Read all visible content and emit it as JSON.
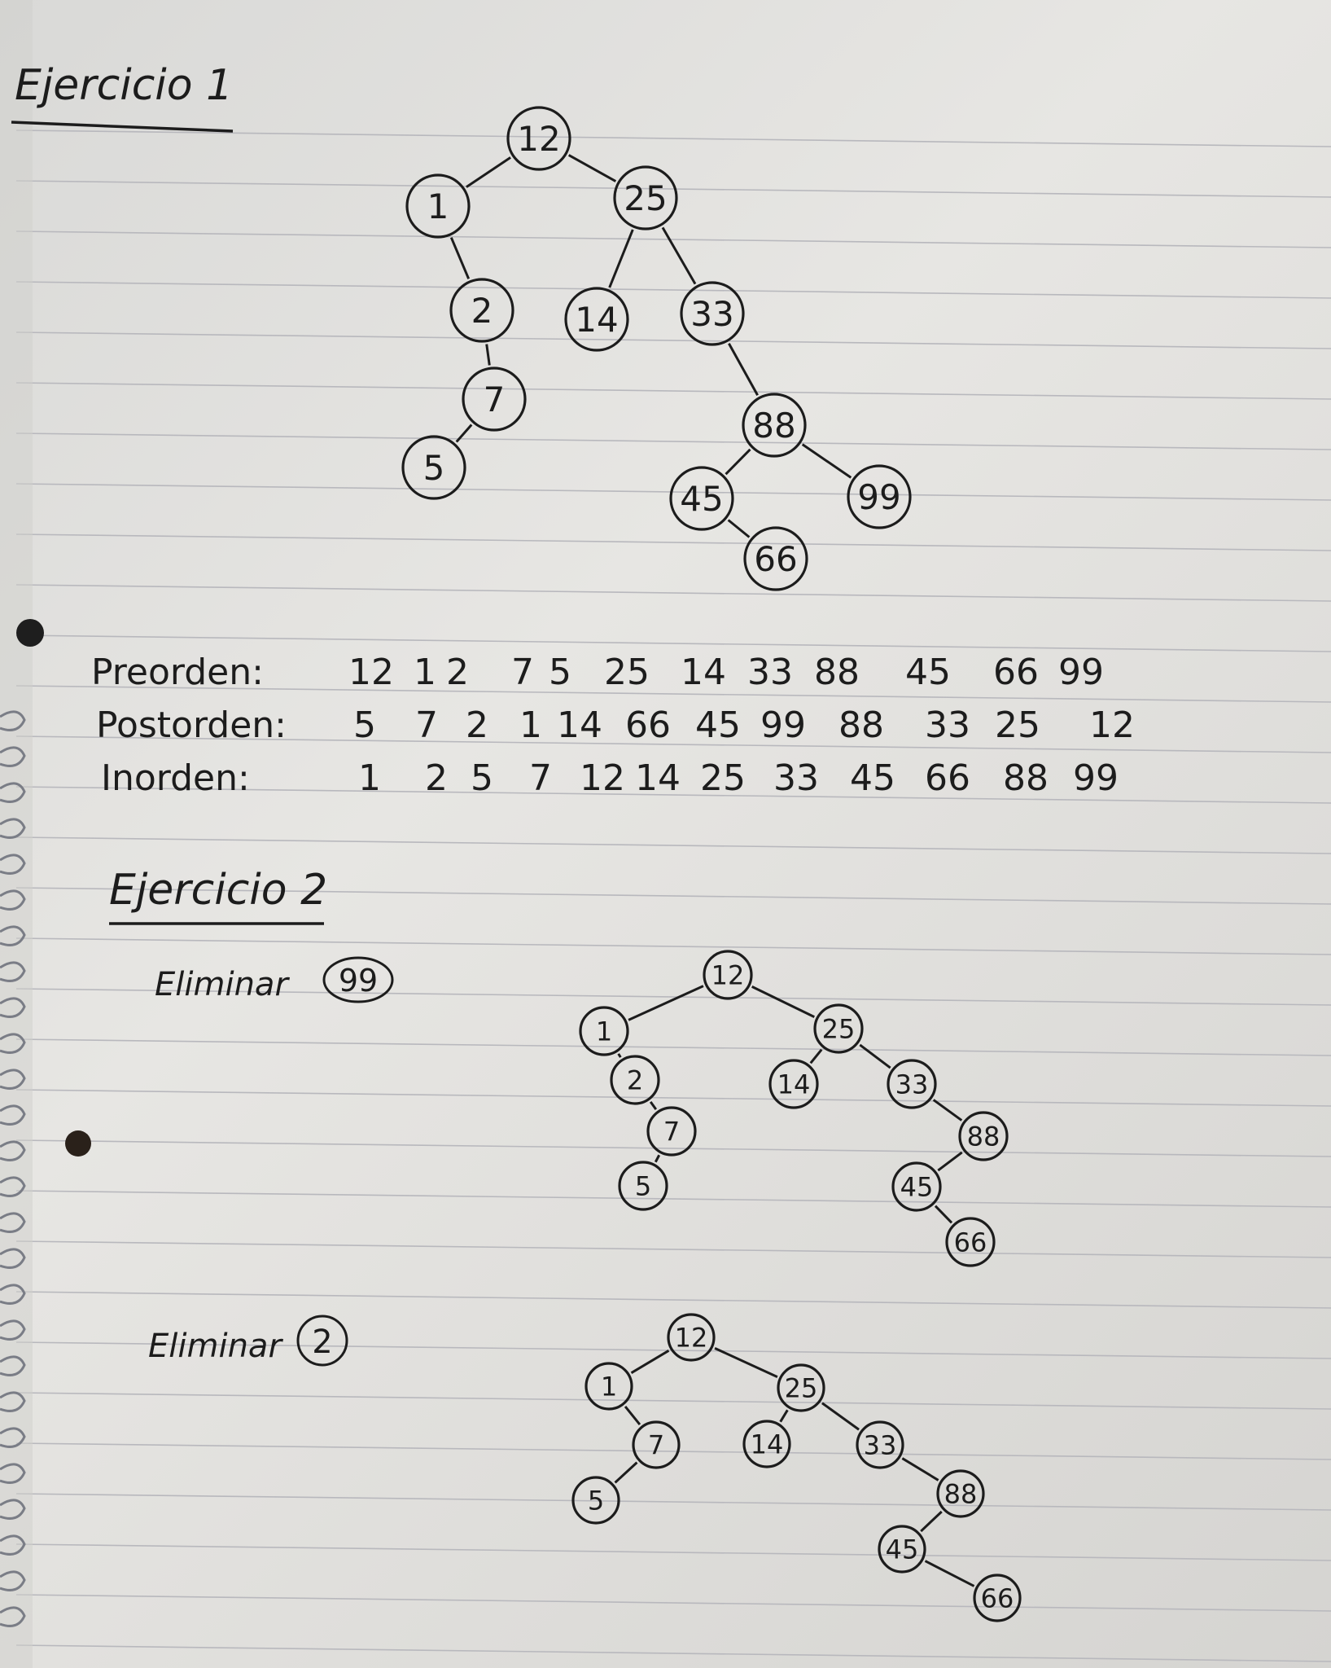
{
  "exercise1": {
    "heading": "Ejercicio 1",
    "tree_nodes": [
      "12",
      "1",
      "25",
      "2",
      "14",
      "33",
      "7",
      "88",
      "5",
      "45",
      "99",
      "66"
    ],
    "traversals": [
      {
        "label": "Preorden:",
        "values": [
          "12",
          "1",
          "2",
          "7",
          "5",
          "25",
          "14",
          "33",
          "88",
          "45",
          "66",
          "99"
        ]
      },
      {
        "label": "Postorden:",
        "values": [
          "5",
          "7",
          "2",
          "1",
          "14",
          "66",
          "45",
          "99",
          "88",
          "33",
          "25",
          "12"
        ]
      },
      {
        "label": "Inorden:",
        "values": [
          "1",
          "2",
          "5",
          "7",
          "12",
          "14",
          "25",
          "33",
          "45",
          "66",
          "88",
          "99"
        ]
      }
    ]
  },
  "exercise2": {
    "heading": "Ejercicio 2",
    "steps": [
      {
        "label": "Eliminar",
        "removed": "99",
        "nodes": [
          "12",
          "1",
          "25",
          "2",
          "14",
          "33",
          "7",
          "88",
          "5",
          "45",
          "66"
        ]
      },
      {
        "label": "Eliminar",
        "removed": "2",
        "nodes": [
          "12",
          "1",
          "25",
          "7",
          "14",
          "33",
          "5",
          "88",
          "45",
          "66"
        ]
      }
    ]
  }
}
